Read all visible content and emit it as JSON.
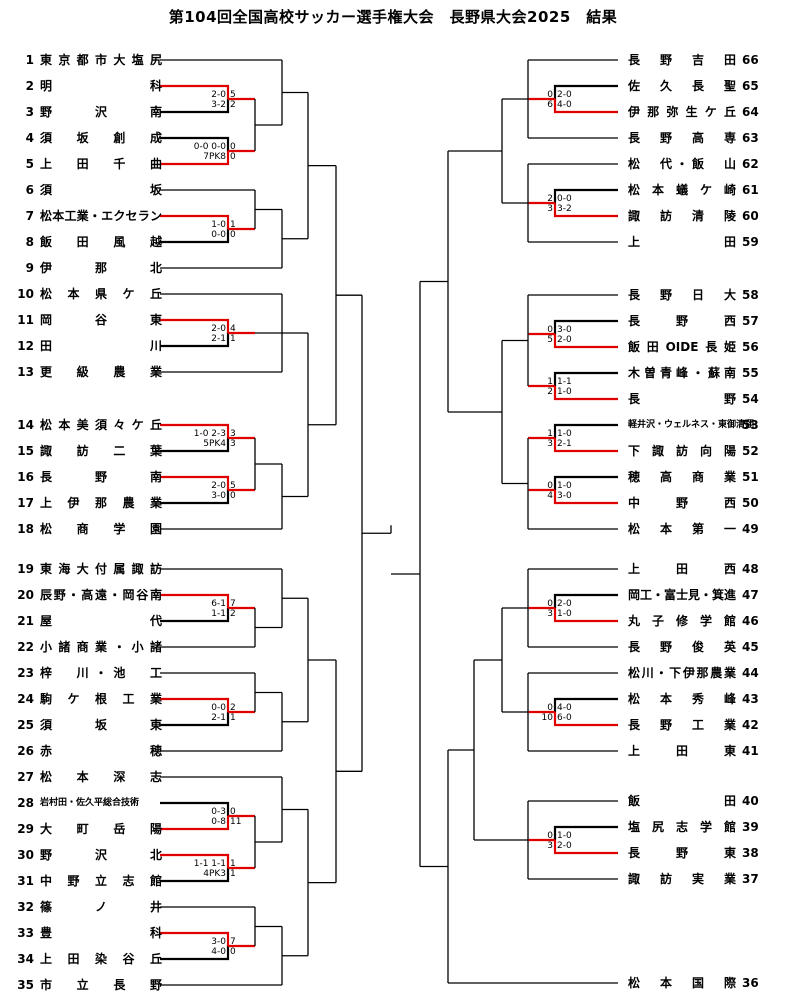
{
  "title": "第104回全国高校サッカー選手権大会　長野県大会2025　結果",
  "colors": {
    "winner_line": "#e00000",
    "line": "#000000"
  },
  "left_teams": [
    {
      "no": "1",
      "name": "東京都市大塩尻"
    },
    {
      "no": "2",
      "name": "明　　　　科"
    },
    {
      "no": "3",
      "name": "野　沢　南"
    },
    {
      "no": "4",
      "name": "須　坂　創　成"
    },
    {
      "no": "5",
      "name": "上　田　千　曲"
    },
    {
      "no": "6",
      "name": "須　　　　坂"
    },
    {
      "no": "7",
      "name": "松本工業・エクセラン"
    },
    {
      "no": "8",
      "name": "飯　田　風　越"
    },
    {
      "no": "9",
      "name": "伊　那　北"
    },
    {
      "no": "10",
      "name": "松本県ケ丘"
    },
    {
      "no": "11",
      "name": "岡　谷　東"
    },
    {
      "no": "12",
      "name": "田　　　　川"
    },
    {
      "no": "13",
      "name": "更　級　農　業"
    },
    {
      "no": "14",
      "name": "松本美須々ケ丘"
    },
    {
      "no": "15",
      "name": "諏　訪　二　葉"
    },
    {
      "no": "16",
      "name": "長　野　南"
    },
    {
      "no": "17",
      "name": "上伊那農業"
    },
    {
      "no": "18",
      "name": "松　商　学　園"
    },
    {
      "no": "19",
      "name": "東海大付属諏訪"
    },
    {
      "no": "20",
      "name": "辰野・高遠・岡谷南"
    },
    {
      "no": "21",
      "name": "屋　　　　代"
    },
    {
      "no": "22",
      "name": "小諸商業・小諸"
    },
    {
      "no": "23",
      "name": "梓　川・池　工"
    },
    {
      "no": "24",
      "name": "駒ケ根工業"
    },
    {
      "no": "25",
      "name": "須　坂　東"
    },
    {
      "no": "26",
      "name": "赤　　　　穂"
    },
    {
      "no": "27",
      "name": "松　本　深　志"
    },
    {
      "no": "28",
      "name": "岩村田・佐久平総合技術"
    },
    {
      "no": "29",
      "name": "大　町　岳　陽"
    },
    {
      "no": "30",
      "name": "野　沢　北"
    },
    {
      "no": "31",
      "name": "中野立志館"
    },
    {
      "no": "32",
      "name": "篠　ノ　井"
    },
    {
      "no": "33",
      "name": "豊　　　　科"
    },
    {
      "no": "34",
      "name": "上田染谷丘"
    },
    {
      "no": "35",
      "name": "市　立　長　野"
    }
  ],
  "right_teams": [
    {
      "no": "66",
      "name": "長　野　吉　田"
    },
    {
      "no": "65",
      "name": "佐　久　長　聖"
    },
    {
      "no": "64",
      "name": "伊那弥生ケ丘"
    },
    {
      "no": "63",
      "name": "長　野　高　専"
    },
    {
      "no": "62",
      "name": "松　代・飯　山"
    },
    {
      "no": "61",
      "name": "松　本　蟻　ケ　崎"
    },
    {
      "no": "60",
      "name": "諏　訪　清　陵"
    },
    {
      "no": "59",
      "name": "上　　　　田"
    },
    {
      "no": "58",
      "name": "長　野　日　大"
    },
    {
      "no": "57",
      "name": "長　野　西"
    },
    {
      "no": "56",
      "name": "飯田OIDE長姫"
    },
    {
      "no": "55",
      "name": "木曽青峰・蘇南"
    },
    {
      "no": "54",
      "name": "長　　　　野"
    },
    {
      "no": "53",
      "name": "軽井沢・ウェルネス・東御清翔"
    },
    {
      "no": "52",
      "name": "下　諏　訪　向　陽"
    },
    {
      "no": "51",
      "name": "穂　高　商　業"
    },
    {
      "no": "50",
      "name": "中　野　西"
    },
    {
      "no": "49",
      "name": "松　本　第　一"
    },
    {
      "no": "48",
      "name": "上　田　西"
    },
    {
      "no": "47",
      "name": "岡工・富士見・箕進"
    },
    {
      "no": "46",
      "name": "丸　子　修　学　館"
    },
    {
      "no": "45",
      "name": "長　野　俊　英"
    },
    {
      "no": "44",
      "name": "松川・下伊那農業"
    },
    {
      "no": "43",
      "name": "松　本　秀　峰"
    },
    {
      "no": "42",
      "name": "長　野　工　業"
    },
    {
      "no": "41",
      "name": "上　田　東"
    },
    {
      "no": "40",
      "name": "飯　　　　田"
    },
    {
      "no": "39",
      "name": "塩　尻　志　学　館"
    },
    {
      "no": "38",
      "name": "長　野　東"
    },
    {
      "no": "37",
      "name": "諏　訪　実　業"
    },
    {
      "no": "36",
      "name": "松　本　国　際"
    }
  ],
  "left_scores": [
    {
      "a": "2-0",
      "b": "3-2",
      "t1": "5",
      "t2": "2"
    },
    {
      "a": "0-0 0-0",
      "b": "7PK8",
      "t1": "0",
      "t2": "0"
    },
    {
      "a": "1-0",
      "b": "0-0",
      "t1": "1",
      "t2": "0"
    },
    {
      "a": "2-0",
      "b": "2-1",
      "t1": "4",
      "t2": "1"
    },
    {
      "a": "1-0 2-3",
      "b": "5PK4",
      "t1": "3",
      "t2": "3"
    },
    {
      "a": "2-0",
      "b": "3-0",
      "t1": "5",
      "t2": "0"
    },
    {
      "a": "6-1",
      "b": "1-1",
      "t1": "7",
      "t2": "2"
    },
    {
      "a": "0-0",
      "b": "2-1",
      "t1": "2",
      "t2": "1"
    },
    {
      "a": "0-3",
      "b": "0-8",
      "t1": "0",
      "t2": "11"
    },
    {
      "a": "1-1 1-1",
      "b": "4PK3",
      "t1": "1",
      "t2": "1"
    },
    {
      "a": "3-0",
      "b": "4-0",
      "t1": "7",
      "t2": "0"
    }
  ],
  "right_scores": [
    {
      "a": "2-0",
      "b": "4-0",
      "t1": "0",
      "t2": "6"
    },
    {
      "a": "0-0",
      "b": "3-2",
      "t1": "2",
      "t2": "3"
    },
    {
      "a": "3-0",
      "b": "2-0",
      "t1": "0",
      "t2": "5"
    },
    {
      "a": "1-1",
      "b": "1-0",
      "t1": "1",
      "t2": "2"
    },
    {
      "a": "1-0",
      "b": "2-1",
      "t1": "1",
      "t2": "3"
    },
    {
      "a": "1-0",
      "b": "3-0",
      "t1": "0",
      "t2": "4"
    },
    {
      "a": "2-0",
      "b": "1-0",
      "t1": "0",
      "t2": "3"
    },
    {
      "a": "4-0",
      "b": "6-0",
      "t1": "0",
      "t2": "10"
    },
    {
      "a": "1-0",
      "b": "2-0",
      "t1": "0",
      "t2": "3"
    }
  ]
}
